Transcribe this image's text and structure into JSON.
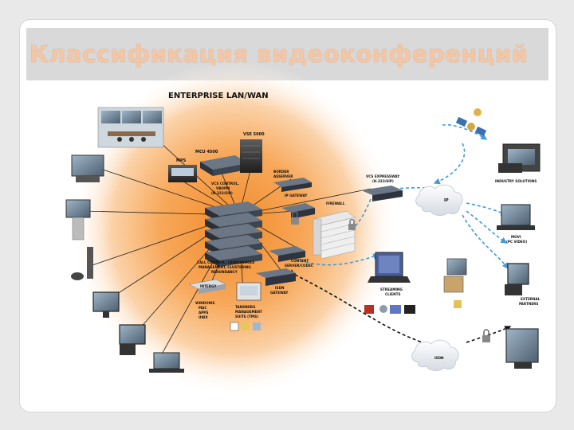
{
  "title": "Классификация видеоконференций",
  "diagram": {
    "heading": "ENTERPRISE LAN/WAN",
    "labels": {
      "vse5000": "VSE 5000",
      "mcu4500": "MCU 4500",
      "mps": "MPS",
      "vcs": [
        "VCS CONTROL,",
        "VBOPM",
        "(H.323/SIP)"
      ],
      "border": [
        "BORDER",
        "ASSERVER"
      ],
      "ipgateway": "IP GATEWAY",
      "vcsexpress": [
        "VCS EXPRESSWAY",
        "(H.323/SIP)"
      ],
      "firewall": "FIREWALL",
      "ip": "IP",
      "industry": "INDUSTRY SOLUTIONS",
      "movi": [
        "MOVI",
        "(PC VIDEO)"
      ],
      "callcontrol": [
        "CALL CONTROL, LANDOWHOLE",
        "MANAGEMENT, CLUSTERING",
        "REDUNDANCY"
      ],
      "content": [
        "CONTENT",
        "SERVER/CODEC"
      ],
      "isdn": [
        "ISDN",
        "GATEWAY"
      ],
      "intergy": "INTERGY",
      "interfaces": [
        "WINDOWS",
        "MAC",
        "APPS",
        "UNIX"
      ],
      "tms": [
        "TANDBERG",
        "MANAGEMENT",
        "SUITE (TMS)"
      ],
      "streaming": [
        "STREAMING",
        "CLIENTS"
      ],
      "external": [
        "EXTERNAL",
        "PARTNERS"
      ],
      "isdncloud": "ISDN"
    }
  },
  "colors": {
    "title_text": "#f3c7a6",
    "title_bar": "#d9d9d9",
    "glow_center": "#f28a2a",
    "dashed_link": "#3f9ad8",
    "black_link": "#111111"
  },
  "icons": [
    "satellite-icon",
    "globe-icon",
    "lock-icon",
    "firewall-icon",
    "server-icon",
    "laptop-icon",
    "monitor-icon",
    "phone-icon",
    "cloud-icon"
  ]
}
